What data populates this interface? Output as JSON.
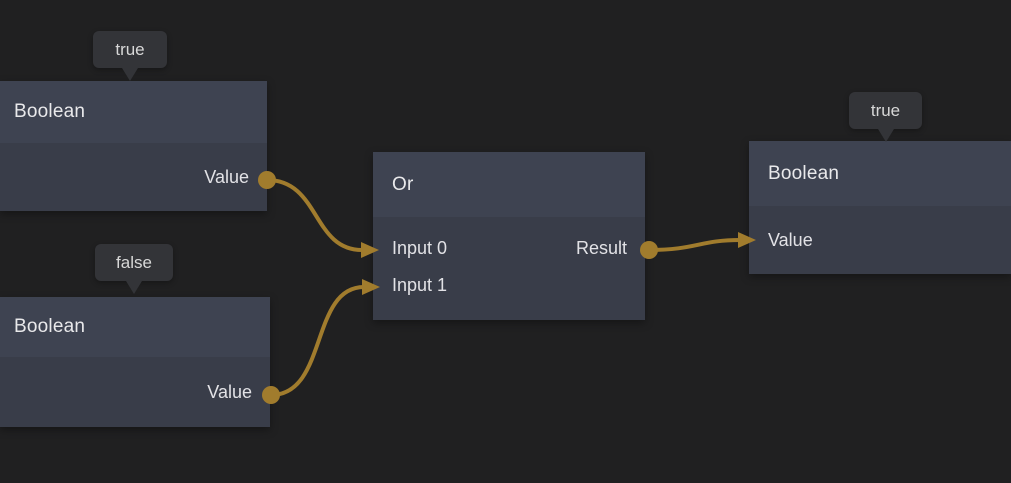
{
  "editor": {
    "colors": {
      "background": "#202021",
      "node-header": "#3e4351",
      "node-body": "#393d49",
      "tooltip-bg": "#333438",
      "wire": "#a17c2d",
      "title-text": "#e9e9eb",
      "port-text": "#e2e2e6",
      "tooltip-text": "#d8d8d8"
    }
  },
  "nodes": {
    "bool_top": {
      "title": "Boolean",
      "tooltip": "true",
      "output": "Value"
    },
    "bool_bottom": {
      "title": "Boolean",
      "tooltip": "false",
      "output": "Value"
    },
    "or": {
      "title": "Or",
      "input0": "Input 0",
      "input1": "Input 1",
      "output": "Result"
    },
    "bool_result": {
      "title": "Boolean",
      "tooltip": "true",
      "input": "Value"
    }
  }
}
